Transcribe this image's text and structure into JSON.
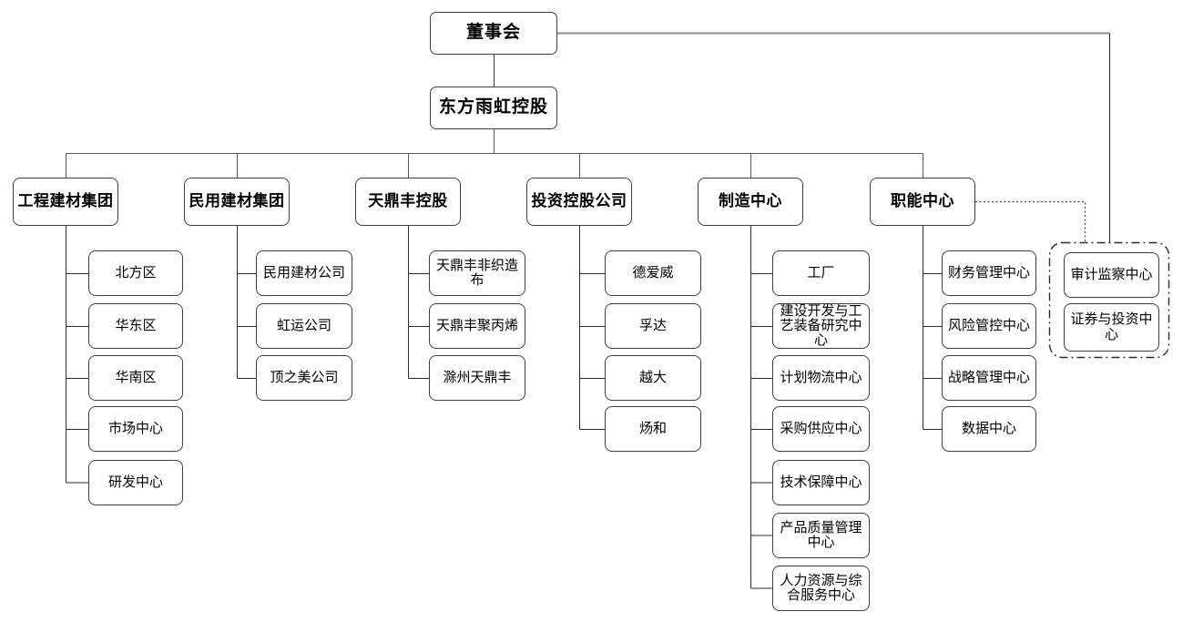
{
  "colors": {
    "line": "#595959",
    "board_line": "#8c8c8c",
    "dotted_line": "#404040",
    "node_border": "#404040",
    "background": "#ffffff",
    "text": "#000000"
  },
  "root": {
    "label": "董事会"
  },
  "holding": {
    "label": "东方雨虹控股"
  },
  "divisions": [
    {
      "label": "工程建材集团",
      "children": [
        "北方区",
        "华东区",
        "华南区",
        "市场中心",
        "研发中心"
      ]
    },
    {
      "label": "民用建材集团",
      "children": [
        "民用建材公司",
        "虹运公司",
        "顶之美公司"
      ]
    },
    {
      "label": "天鼎丰控股",
      "children": [
        "天鼎丰非织造布",
        "天鼎丰聚丙烯",
        "滁州天鼎丰"
      ]
    },
    {
      "label": "投资控股公司",
      "children": [
        "德爱威",
        "孚达",
        "越大",
        "炀和"
      ]
    },
    {
      "label": "制造中心",
      "children": [
        "工厂",
        "建设开发与工艺装备研究中心",
        "计划物流中心",
        "采购供应中心",
        "技术保障中心",
        "产品质量管理中心",
        "人力资源与综合服务中心"
      ]
    },
    {
      "label": "职能中心",
      "children": [
        "财务管理中心",
        "风险管控中心",
        "战略管理中心",
        "数据中心"
      ]
    }
  ],
  "board_group": {
    "children": [
      "审计监察中心",
      "证券与投资中心"
    ]
  }
}
